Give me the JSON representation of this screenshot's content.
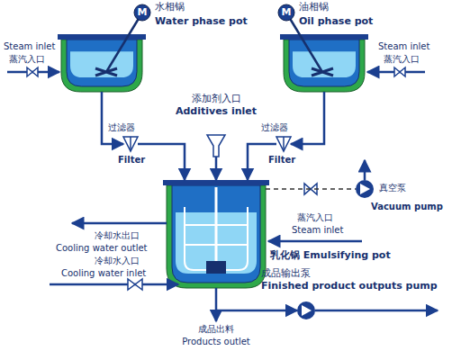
{
  "diagram": {
    "nodes": [
      {
        "text": [
          "水相锅",
          "Water phase pot"
        ]
      },
      {
        "text": [
          "油相锅",
          "Oil phase pot"
        ]
      },
      {
        "text": [
          "过滤器",
          "Filter"
        ]
      },
      {
        "text": [
          "添加剂入口",
          "Additives inlet"
        ]
      },
      {
        "text": [
          "过滤器",
          "Filter"
        ]
      },
      {
        "text": [
          "乳化锅 Emulsifying pot"
        ]
      },
      {
        "text": [
          "真空泵",
          "Vacuum pump"
        ]
      },
      {
        "text": [
          "成品输出泵",
          "Finished product outputs pump"
        ]
      }
    ],
    "edges": [
      {
        "from": 0,
        "to": 2,
        "arrow": "to"
      },
      {
        "from": 2,
        "to": 5,
        "arrow": "to"
      },
      {
        "from": 1,
        "to": 4,
        "arrow": "to"
      },
      {
        "from": 4,
        "to": 5,
        "arrow": "to"
      },
      {
        "from": 3,
        "to": 5,
        "arrow": "to"
      },
      {
        "from": 5,
        "to": 6,
        "arrow": "none"
      },
      {
        "from": 5,
        "to": 7,
        "arrow": "to"
      }
    ],
    "labels": [
      "M",
      "M",
      "Steam inlet",
      "蒸汽入口",
      "Steam inlet",
      "蒸汽入口",
      "蒸汽入口",
      "Steam inlet",
      "冷却水出口",
      "Cooling water outlet",
      "冷却水入口",
      "Cooling water inlet",
      "成品出料",
      "Products outlet"
    ]
  }
}
